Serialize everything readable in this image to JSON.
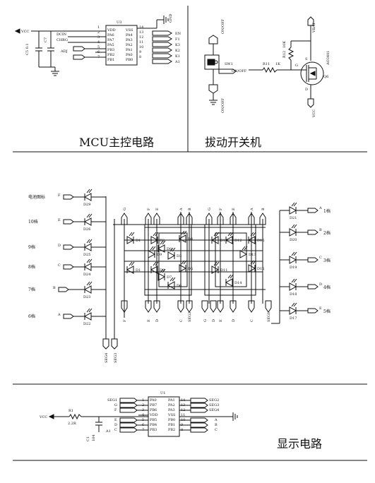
{
  "titles": {
    "mcu": "MCU主控电路",
    "switch": "拔动开关机",
    "display": "显示电路"
  },
  "mcu": {
    "vcc": "VCC",
    "gnd": "GND",
    "chip": "U3",
    "cap_label": "C5 0.1",
    "c_label": "C7",
    "left_nets": [
      "DCIN",
      "CHRG",
      "ADJ"
    ],
    "left_pins": [
      "VDD",
      "PA6",
      "PA7",
      "PA5",
      "PB3",
      "PB2",
      "PB1"
    ],
    "left_nums": [
      "1",
      "2",
      "3",
      "4",
      "5",
      "6",
      "7"
    ],
    "right_pins": [
      "VSS",
      "PA4",
      "PA3",
      "PA2",
      "PA1",
      "PA0",
      "PB0"
    ],
    "right_nums": [
      "14",
      "13",
      "12",
      "11",
      "10",
      "9",
      "8"
    ],
    "right_nets": [
      "EN",
      "F1",
      "K3",
      "K2",
      "K1",
      "A1"
    ]
  },
  "switch": {
    "onoff_top": "ON/OFF",
    "onoff_bottom": "ON/OFF",
    "onoff_mid": "ON/OFF",
    "sw": "SW1",
    "r11": "R11",
    "r11_val": "1K",
    "r12": "R12",
    "r12_val": "10K",
    "vbat": "VBAT",
    "vcc": "VCC",
    "q": "Q6",
    "q_part": "AO3401",
    "g": "G",
    "s": "S",
    "d": "D"
  },
  "display": {
    "left_labels": [
      "电池图标",
      "10档",
      "9档",
      "8档",
      "7档",
      "6档"
    ],
    "left_letters": [
      "F",
      "E",
      "D",
      "C",
      "B",
      "A"
    ],
    "left_diodes": [
      "D29",
      "D26",
      "D25",
      "D24",
      "D23",
      "D22"
    ],
    "right_labels": [
      "1档",
      "2档",
      "3档",
      "4档",
      "5档"
    ],
    "right_letters": [
      "A",
      "B",
      "C",
      "D",
      "E"
    ],
    "right_diodes": [
      "D21",
      "D20",
      "D19",
      "D18",
      "D17"
    ],
    "top_letters_a": [
      "G",
      "F",
      "E",
      "A",
      "B"
    ],
    "top_letters_b": [
      "G",
      "F",
      "E",
      "A",
      "B"
    ],
    "bottom_letters_a": [
      "F",
      "E",
      "D",
      "C",
      "SEG2"
    ],
    "bottom_letters_b": [
      "G",
      "D",
      "E",
      "D",
      "C",
      "SEG1"
    ],
    "mid_diodes_a": [
      "D1",
      "D2",
      "D3",
      "D4",
      "D5",
      "D6",
      "D7",
      "D8",
      "D9"
    ],
    "mid_diodes_b": [
      "D10",
      "D11",
      "D12",
      "D13",
      "D14",
      "D15",
      "D16"
    ],
    "seg_bottom": [
      "SEG4",
      "SEG3"
    ]
  },
  "u1": {
    "chip": "U1",
    "vcc": "VCC",
    "r1": "R1",
    "r1_val": "2.2R",
    "c1": "C1",
    "c1_val": "104",
    "a1": "A1",
    "left_nets": [
      "SEG1",
      "G",
      "F",
      "",
      "E",
      "D",
      "C"
    ],
    "left_nums": [
      "1",
      "2",
      "3",
      "4",
      "5",
      "6",
      "7"
    ],
    "left_pins": [
      "PA0",
      "PB7",
      "PB6",
      "VDD",
      "PB5",
      "PB4",
      "PB3"
    ],
    "right_pins": [
      "PA1",
      "PA2",
      "PA3",
      "VSS",
      "PB0",
      "PB1",
      "PB2"
    ],
    "right_nums": [
      "14",
      "13",
      "12",
      "11",
      "10",
      "9",
      "8"
    ],
    "right_nets": [
      "SEG2",
      "SEG3",
      "SEG4",
      "",
      "A",
      "B",
      "C"
    ]
  }
}
